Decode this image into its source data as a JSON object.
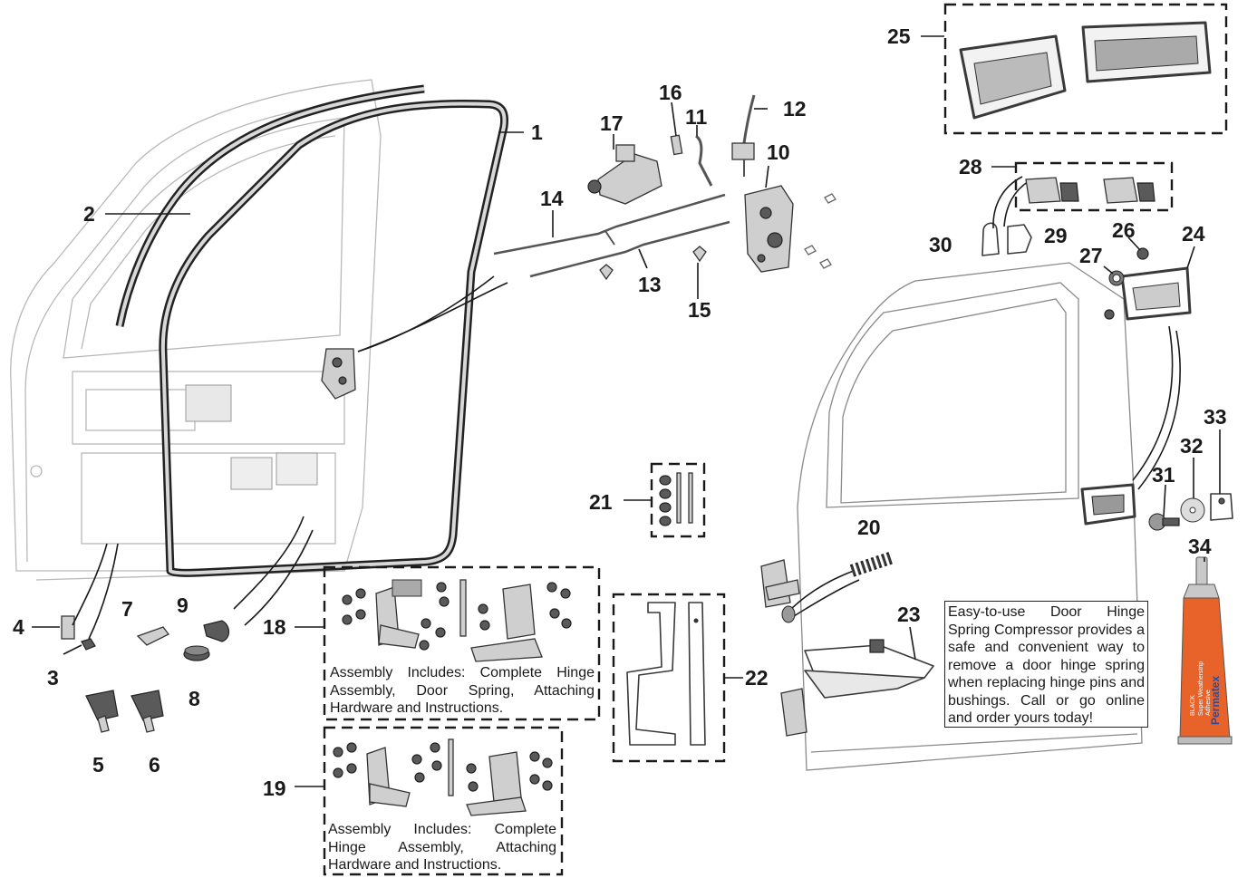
{
  "callouts": {
    "c1": "1",
    "c2": "2",
    "c3": "3",
    "c4": "4",
    "c5": "5",
    "c6": "6",
    "c7": "7",
    "c8": "8",
    "c9": "9",
    "c10": "10",
    "c11": "11",
    "c12": "12",
    "c13": "13",
    "c14": "14",
    "c15": "15",
    "c16": "16",
    "c17": "17",
    "c18": "18",
    "c19": "19",
    "c20": "20",
    "c21": "21",
    "c22": "22",
    "c23": "23",
    "c24": "24",
    "c25": "25",
    "c26": "26",
    "c27": "27",
    "c28": "28",
    "c29": "29",
    "c30": "30",
    "c31": "31",
    "c32": "32",
    "c33": "33",
    "c34": "34"
  },
  "notes": {
    "kit18": "Assembly Includes: Complete Hinge Assembly, Door Spring, Attaching Hardware and Instructions.",
    "kit19": "Assembly Includes: Complete Hinge Assembly, Attaching Hardware and Instructions.",
    "tool23": "Easy-to-use Door Hinge Spring Compressor provides a safe and convenient way to remove a door hinge spring when replacing hinge pins and bushings. Call or go online and order yours today!"
  },
  "tube_label": {
    "brand": "Permatex",
    "line1": "BLACK",
    "line2": "Super Weatherstrip",
    "line3": "Adhesive"
  },
  "colors": {
    "tube_body": "#e8632a",
    "tube_cap": "#c9c9c9",
    "brand_blue": "#1f4fa8"
  }
}
